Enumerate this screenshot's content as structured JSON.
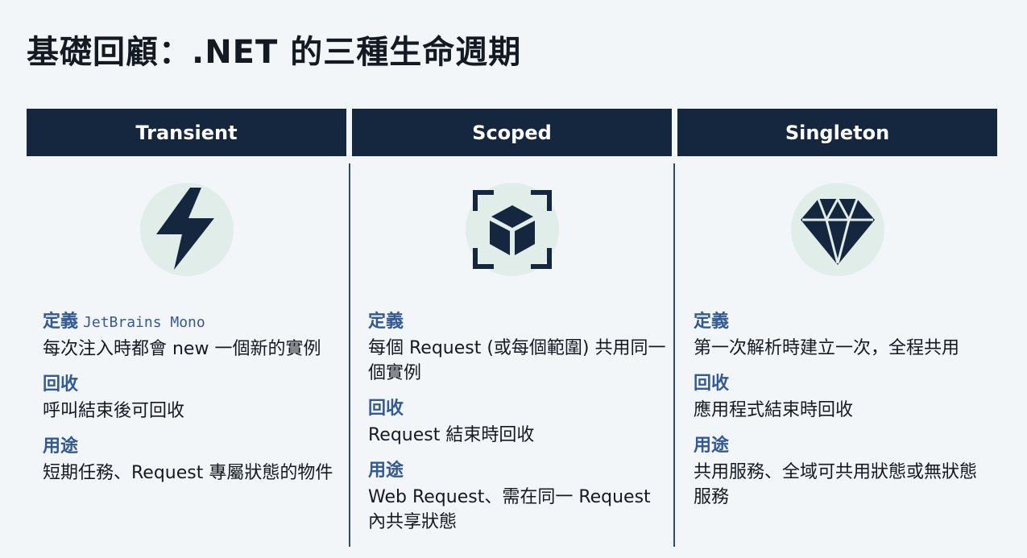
{
  "title": "基礎回顧：.NET 的三種生命週期",
  "columns": [
    {
      "name": "Transient",
      "icon": "lightning-icon",
      "definition_label": "定義",
      "definition_font_note": "JetBrains Mono",
      "definition": "每次注入時都會 new 一個新的實例",
      "recycle_label": "回收",
      "recycle": "呼叫結束後可回收",
      "usage_label": "用途",
      "usage": "短期任務、Request 專屬狀態的物件"
    },
    {
      "name": "Scoped",
      "icon": "scoped-cube-icon",
      "definition_label": "定義",
      "definition": "每個 Request (或每個範圍) 共用同一個實例",
      "recycle_label": "回收",
      "recycle": "Request 結束時回收",
      "usage_label": "用途",
      "usage": "Web Request、需在同一 Request 內共享狀態"
    },
    {
      "name": "Singleton",
      "icon": "diamond-icon",
      "definition_label": "定義",
      "definition": "第一次解析時建立一次，全程共用",
      "recycle_label": "回收",
      "recycle": "應用程式結束時回收",
      "usage_label": "用途",
      "usage": "共用服務、全域可共用狀態或無狀態服務"
    }
  ],
  "colors": {
    "header_bg": "#15273f",
    "label": "#335a92",
    "icon": "#15273f",
    "icon_circle": "#e1ede8",
    "background": "#f3f6f8"
  }
}
